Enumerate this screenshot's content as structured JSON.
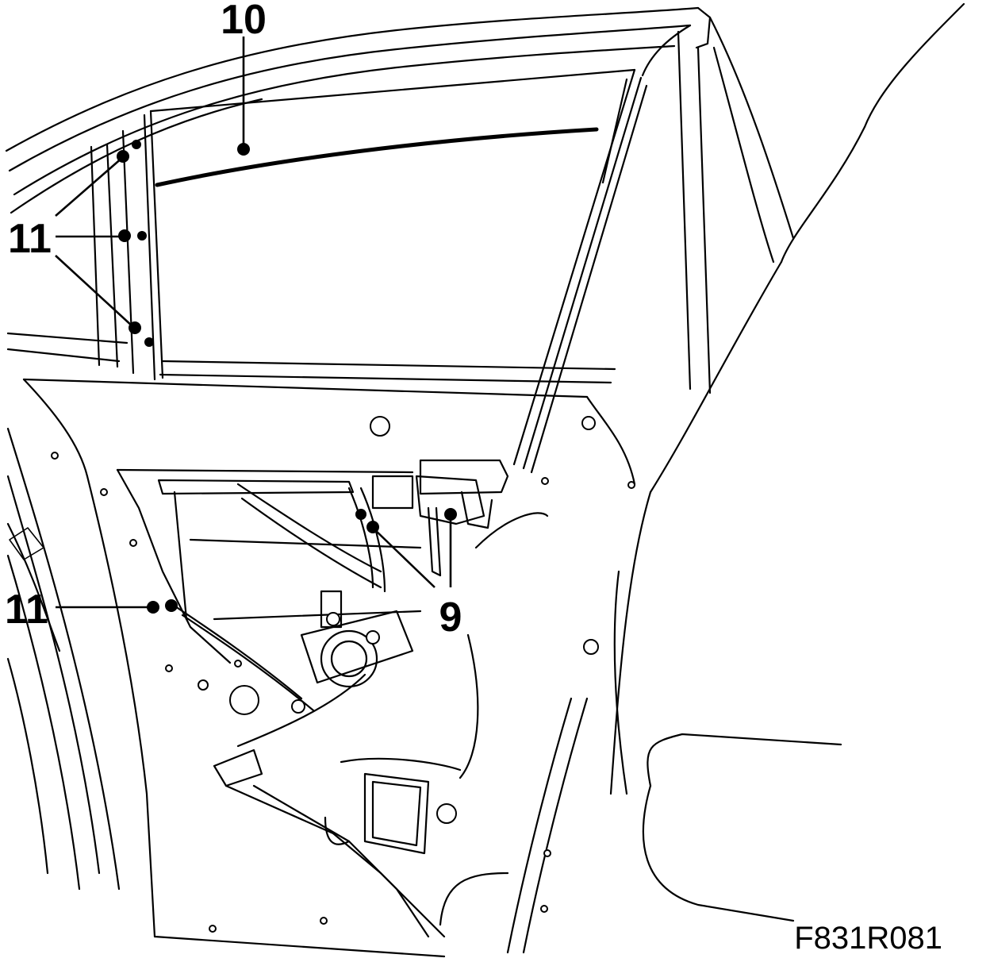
{
  "figure": {
    "reference_code": "F831R081"
  },
  "callouts": {
    "window_glass": "10",
    "window_frame_clips": "11",
    "lower_clip": "11",
    "regulator_fasteners": "9"
  },
  "colors": {
    "line": "#000000",
    "background": "#ffffff"
  }
}
